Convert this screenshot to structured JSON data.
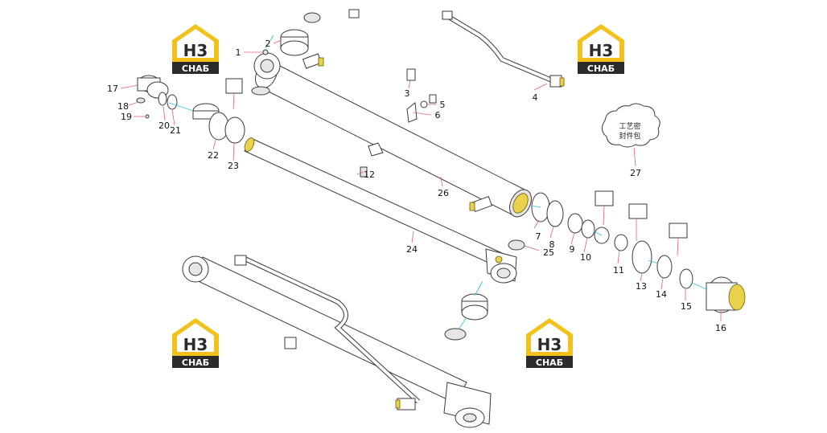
{
  "logo": {
    "mark": "H3",
    "word": "СНАБ",
    "colors": {
      "roof": "#f2c21b",
      "text_bg": "#2b2b2b"
    }
  },
  "cloud_note": {
    "line1": "工艺密",
    "line2": "封件包"
  },
  "labels": {
    "p1": "1",
    "p2": "2",
    "p3": "3",
    "p4": "4",
    "p5": "5",
    "p6": "6",
    "p7": "7",
    "p8": "8",
    "p9": "9",
    "p10": "10",
    "p11": "11",
    "p12": "12",
    "p13": "13",
    "p14": "14",
    "p15": "15",
    "p16": "16",
    "p17": "17",
    "p18": "18",
    "p19": "19",
    "p20": "20",
    "p21": "21",
    "p22": "22",
    "p23": "23",
    "p24": "24",
    "p25": "25",
    "p26": "26",
    "p27": "27"
  },
  "colors": {
    "leader": "#d9627a",
    "axis": "#38c0d6",
    "bronze": "#e9d24a"
  }
}
